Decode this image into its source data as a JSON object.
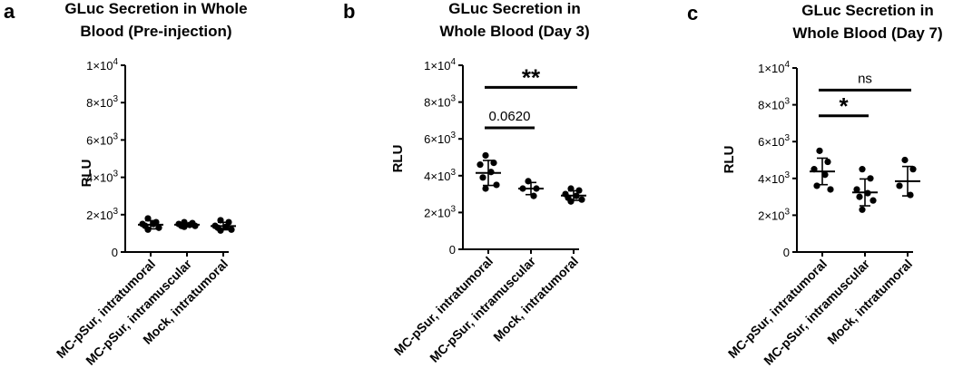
{
  "chart_data": [
    {
      "panel": "a",
      "type": "scatter",
      "title_lines": [
        "GLuc Secretion in Whole",
        "Blood (Pre-injection)"
      ],
      "ylabel": "RLU",
      "ylim": [
        0,
        10000
      ],
      "y_ticks": [
        {
          "value": 0,
          "base": "0",
          "exp": ""
        },
        {
          "value": 2000,
          "base": "2×10",
          "exp": "3"
        },
        {
          "value": 4000,
          "base": "4×10",
          "exp": "3"
        },
        {
          "value": 6000,
          "base": "6×10",
          "exp": "3"
        },
        {
          "value": 8000,
          "base": "8×10",
          "exp": "3"
        },
        {
          "value": 10000,
          "base": "1×10",
          "exp": "4"
        }
      ],
      "categories": [
        "MC-pSur, intratumoral",
        "MC-pSur, intramuscular",
        "Mock, intratumoral"
      ],
      "series": [
        {
          "points": [
            1800,
            1600,
            1500,
            1500,
            1400,
            1300,
            1200
          ],
          "mean": 1460,
          "sd": 220
        },
        {
          "points": [
            1600,
            1550,
            1500,
            1450,
            1400,
            1400,
            1350
          ],
          "mean": 1460,
          "sd": 90
        },
        {
          "points": [
            1700,
            1600,
            1400,
            1350,
            1300,
            1200,
            1150
          ],
          "mean": 1390,
          "sd": 200
        }
      ],
      "comparisons": []
    },
    {
      "panel": "b",
      "type": "scatter",
      "title_lines": [
        "GLuc Secretion in",
        "Whole Blood (Day 3)"
      ],
      "ylabel": "RLU",
      "ylim": [
        0,
        10000
      ],
      "y_ticks": [
        {
          "value": 0,
          "base": "0",
          "exp": ""
        },
        {
          "value": 2000,
          "base": "2×10",
          "exp": "3"
        },
        {
          "value": 4000,
          "base": "4×10",
          "exp": "3"
        },
        {
          "value": 6000,
          "base": "6×10",
          "exp": "3"
        },
        {
          "value": 8000,
          "base": "8×10",
          "exp": "3"
        },
        {
          "value": 10000,
          "base": "1×10",
          "exp": "4"
        }
      ],
      "categories": [
        "MC-pSur, intratumoral",
        "MC-pSur, intramuscular",
        "Mock, intratumoral"
      ],
      "series": [
        {
          "points": [
            5100,
            4700,
            4600,
            4200,
            3900,
            3500,
            3300
          ],
          "mean": 4150,
          "sd": 680
        },
        {
          "points": [
            3700,
            3300,
            3300,
            2900
          ],
          "mean": 3300,
          "sd": 330
        },
        {
          "points": [
            3300,
            3200,
            3000,
            2900,
            2800,
            2700,
            2600
          ],
          "mean": 2920,
          "sd": 260
        }
      ],
      "comparisons": [
        {
          "from": 0,
          "to": 2,
          "y": 8800,
          "label": "**",
          "type": "stars"
        },
        {
          "from": 0,
          "to": 1,
          "y": 6600,
          "label": "0.0620",
          "type": "text"
        }
      ]
    },
    {
      "panel": "c",
      "type": "scatter",
      "title_lines": [
        "GLuc Secretion in",
        "Whole Blood (Day 7)"
      ],
      "ylabel": "RLU",
      "ylim": [
        0,
        10000
      ],
      "y_ticks": [
        {
          "value": 0,
          "base": "0",
          "exp": ""
        },
        {
          "value": 2000,
          "base": "2×10",
          "exp": "3"
        },
        {
          "value": 4000,
          "base": "4×10",
          "exp": "3"
        },
        {
          "value": 6000,
          "base": "6×10",
          "exp": "3"
        },
        {
          "value": 8000,
          "base": "8×10",
          "exp": "3"
        },
        {
          "value": 10000,
          "base": "1×10",
          "exp": "4"
        }
      ],
      "categories": [
        "MC-pSur, intratumoral",
        "MC-pSur, intramuscular",
        "Mock, intratumoral"
      ],
      "series": [
        {
          "points": [
            5500,
            4900,
            4500,
            4200,
            3600,
            3400
          ],
          "mean": 4380,
          "sd": 720
        },
        {
          "points": [
            4500,
            4000,
            3400,
            3200,
            3000,
            2800,
            2300
          ],
          "mean": 3240,
          "sd": 730
        },
        {
          "points": [
            5000,
            4500,
            3600,
            3100
          ],
          "mean": 3850,
          "sd": 800
        }
      ],
      "comparisons": [
        {
          "from": 0,
          "to": 2,
          "y": 8800,
          "label": "ns",
          "type": "text"
        },
        {
          "from": 0,
          "to": 1,
          "y": 7400,
          "label": "*",
          "type": "stars"
        }
      ]
    }
  ]
}
